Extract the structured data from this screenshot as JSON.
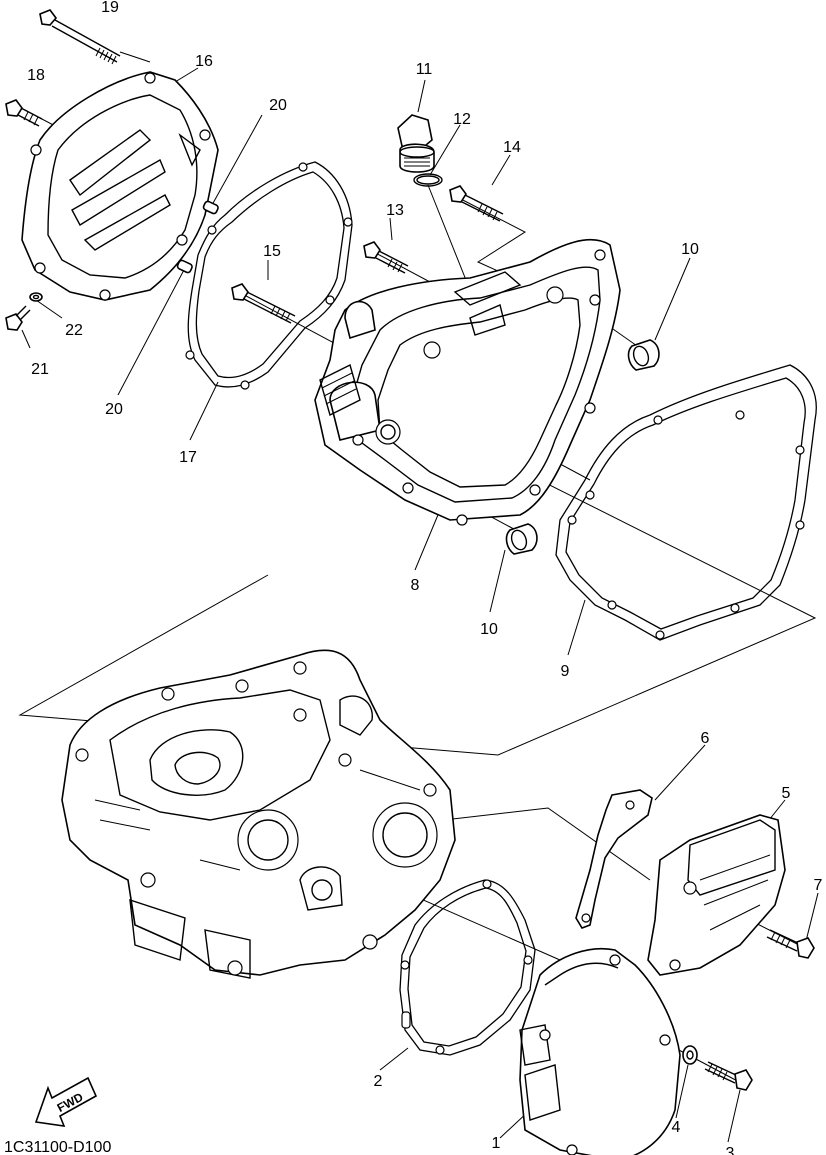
{
  "diagram_code": "1C31100-D100",
  "fwd_label": "FWD",
  "callouts": {
    "c1": "1",
    "c2": "2",
    "c3": "3",
    "c4": "4",
    "c5": "5",
    "c6": "6",
    "c7": "7",
    "c8": "8",
    "c9": "9",
    "c10a": "10",
    "c10b": "10",
    "c11": "11",
    "c12": "12",
    "c13": "13",
    "c14": "14",
    "c15": "15",
    "c16": "16",
    "c17": "17",
    "c18": "18",
    "c19": "19",
    "c20a": "20",
    "c20b": "20",
    "c21": "21",
    "c22": "22"
  }
}
